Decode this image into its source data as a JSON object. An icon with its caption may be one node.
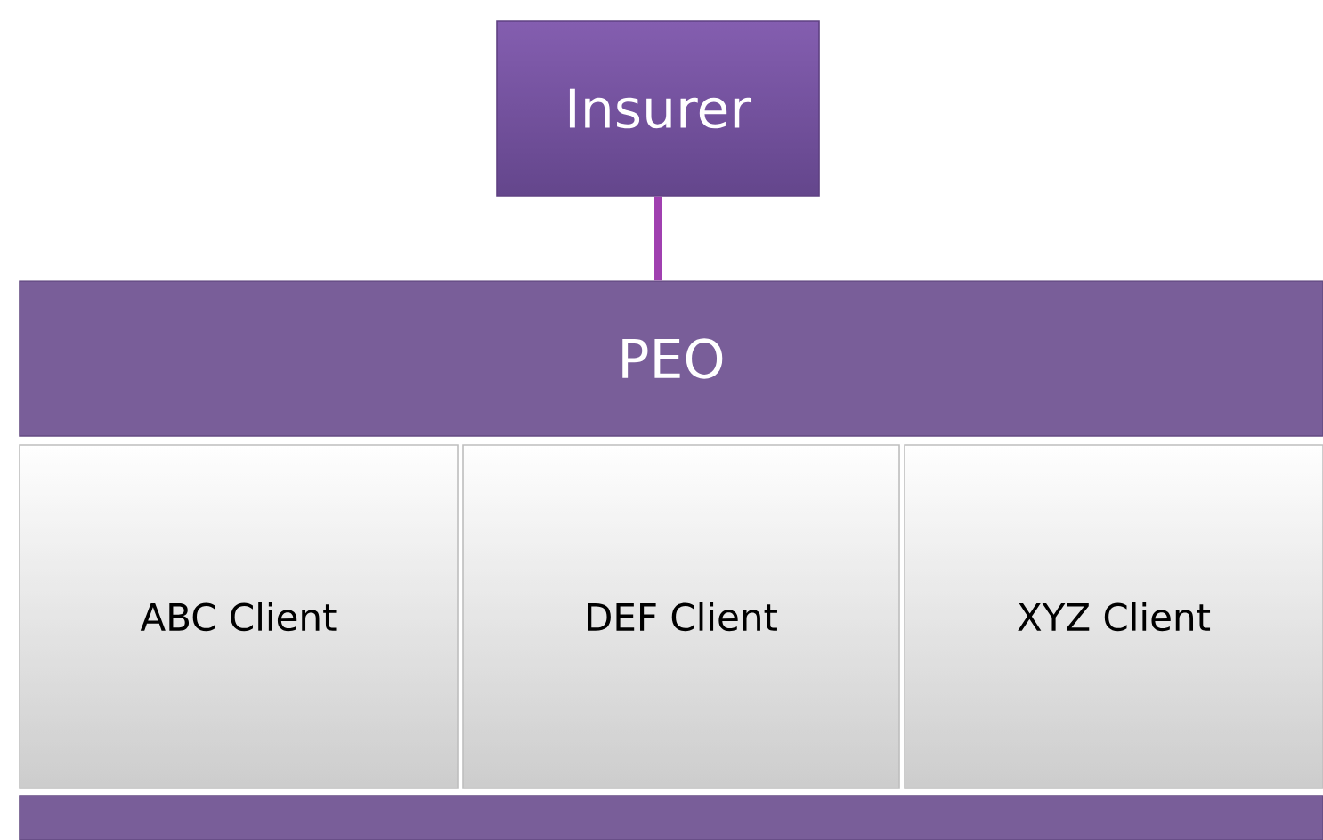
{
  "diagram": {
    "nodes": [
      {
        "text": [
          "Insurer"
        ]
      },
      {
        "text": [
          "PEO"
        ]
      },
      {
        "text": [
          "ABC Client"
        ]
      },
      {
        "text": [
          "DEF Client"
        ]
      },
      {
        "text": [
          "XYZ Client"
        ]
      },
      {
        "text": [],
        "shape": "bar"
      }
    ],
    "edges": [
      {
        "from": 0,
        "to": 1,
        "arrow": "none"
      }
    ]
  }
}
